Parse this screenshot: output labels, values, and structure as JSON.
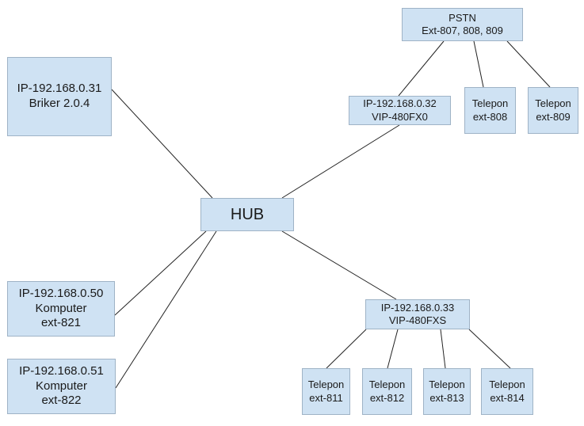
{
  "diagram": {
    "nodes": [
      {
        "id": "pstn",
        "lines": [
          "PSTN",
          "Ext-807, 808, 809"
        ]
      },
      {
        "id": "briker",
        "lines": [
          "IP-192.168.0.31",
          "Briker 2.0.4"
        ]
      },
      {
        "id": "fxo",
        "lines": [
          "IP-192.168.0.32",
          "VIP-480FX0"
        ]
      },
      {
        "id": "tel808",
        "lines": [
          "Telepon",
          "ext-808"
        ]
      },
      {
        "id": "tel809",
        "lines": [
          "Telepon",
          "ext-809"
        ]
      },
      {
        "id": "hub",
        "lines": [
          "HUB"
        ]
      },
      {
        "id": "pc821",
        "lines": [
          "IP-192.168.0.50",
          "Komputer",
          "ext-821"
        ]
      },
      {
        "id": "fxs",
        "lines": [
          "IP-192.168.0.33",
          "VIP-480FXS"
        ]
      },
      {
        "id": "pc822",
        "lines": [
          "IP-192.168.0.51",
          "Komputer",
          "ext-822"
        ]
      },
      {
        "id": "tel811",
        "lines": [
          "Telepon",
          "ext-811"
        ]
      },
      {
        "id": "tel812",
        "lines": [
          "Telepon",
          "ext-812"
        ]
      },
      {
        "id": "tel813",
        "lines": [
          "Telepon",
          "ext-813"
        ]
      },
      {
        "id": "tel814",
        "lines": [
          "Telepon",
          "ext-814"
        ]
      }
    ],
    "edges": [
      [
        "briker",
        "hub"
      ],
      [
        "fxo",
        "hub"
      ],
      [
        "pc821",
        "hub"
      ],
      [
        "pc822",
        "hub"
      ],
      [
        "fxs",
        "hub"
      ],
      [
        "pstn",
        "fxo"
      ],
      [
        "pstn",
        "tel808"
      ],
      [
        "pstn",
        "tel809"
      ],
      [
        "fxs",
        "tel811"
      ],
      [
        "fxs",
        "tel812"
      ],
      [
        "fxs",
        "tel813"
      ],
      [
        "fxs",
        "tel814"
      ]
    ],
    "colors": {
      "node_fill": "#cfe2f3",
      "node_border": "#9fb3c6",
      "link": "#222222"
    }
  }
}
